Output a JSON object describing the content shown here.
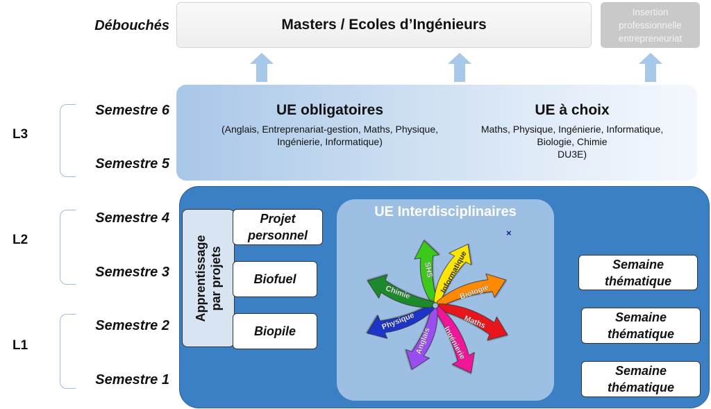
{
  "debouches": "Débouchés",
  "masters": "Masters / Ecoles d’Ingénieurs",
  "insertion": [
    "Insertion",
    "professionnelle",
    "entrepreneuriat"
  ],
  "semesters": {
    "s6": "Semestre 6",
    "s5": "Semestre 5",
    "s4": "Semestre 4",
    "s3": "Semestre 3",
    "s2": "Semestre 2",
    "s1": "Semestre 1"
  },
  "levels": {
    "l3": "L3",
    "l2": "L2",
    "l1": "L1"
  },
  "ue_obligatoires": {
    "title": "UE obligatoires",
    "lines": [
      "(Anglais, Entreprenariat-gestion, Maths, Physique,",
      "Ingénierie, Informatique)"
    ]
  },
  "ue_choix": {
    "title": "UE à choix",
    "lines": [
      "Maths, Physique, Ingénierie, Informatique,",
      "Biologie, Chimie",
      "DU3E)"
    ]
  },
  "apprentissage": [
    "Apprentissage",
    "par projets"
  ],
  "projects": {
    "projet": [
      "Projet",
      "personnel"
    ],
    "biofuel": "Biofuel",
    "biopile": "Biopile"
  },
  "semaine": [
    "Semaine",
    "thématique"
  ],
  "interdisciplinaires": {
    "title": "UE Interdisciplinaires",
    "close": "×",
    "arrows": [
      {
        "label": "SHS",
        "color": "#3cc81e"
      },
      {
        "label": "Informatique",
        "color": "#ffe600"
      },
      {
        "label": "Biologie",
        "color": "#ff8a00"
      },
      {
        "label": "Maths",
        "color": "#e8141e"
      },
      {
        "label": "Ingénierie",
        "color": "#f0149a"
      },
      {
        "label": "Anglais",
        "color": "#9a4ef0"
      },
      {
        "label": "Physique",
        "color": "#1a34c8"
      },
      {
        "label": "Chimie",
        "color": "#1e8a2a"
      }
    ]
  }
}
